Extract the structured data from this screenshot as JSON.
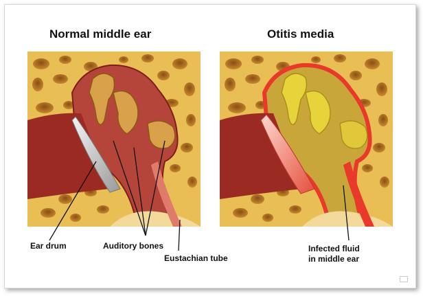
{
  "titles": {
    "left": "Normal middle ear",
    "right": "Otitis media"
  },
  "labels": {
    "ear_drum": "Ear drum",
    "auditory_bones": "Auditory bones",
    "eustachian_tube": "Eustachian tube",
    "infected_fluid": [
      "Infected fluid",
      "in middle ear"
    ]
  },
  "colors": {
    "bone": "#e9be55",
    "bone_hole": "#a8681f",
    "canal": "#9b2b22",
    "cavity_normal": "#b5453a",
    "ossicle": "#d9a24a",
    "eardrum": "#d9d9d9",
    "inflamed": "#e8392a",
    "fluid": "#c9a63a",
    "soft_tissue": "#f3d99a"
  }
}
